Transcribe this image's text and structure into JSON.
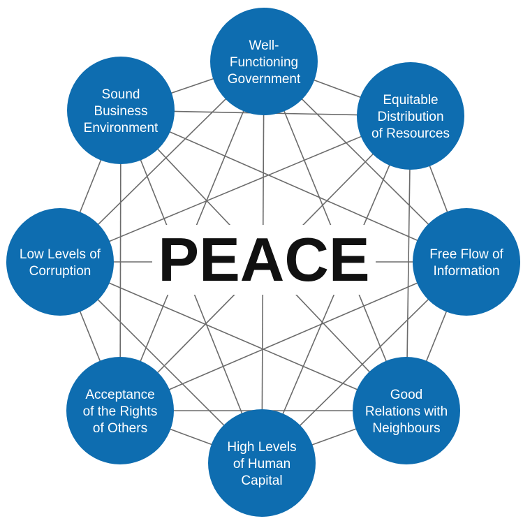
{
  "center": {
    "title": "PEACE"
  },
  "colors": {
    "node_fill": "#0e6db0",
    "node_text": "#ffffff",
    "line": "#6b6b6b",
    "title": "#111111"
  },
  "pillars": [
    {
      "lines": [
        "Well-",
        "Functioning",
        "Government"
      ]
    },
    {
      "lines": [
        "Equitable",
        "Distribution",
        "of Resources"
      ]
    },
    {
      "lines": [
        "Free Flow of",
        "Information"
      ]
    },
    {
      "lines": [
        "Good",
        "Relations with",
        "Neighbours"
      ]
    },
    {
      "lines": [
        "High Levels",
        "of Human",
        "Capital"
      ]
    },
    {
      "lines": [
        "Acceptance",
        "of the Rights",
        "of Others"
      ]
    },
    {
      "lines": [
        "Low Levels of",
        "Corruption"
      ]
    },
    {
      "lines": [
        "Sound",
        "Business",
        "Environment"
      ]
    }
  ]
}
